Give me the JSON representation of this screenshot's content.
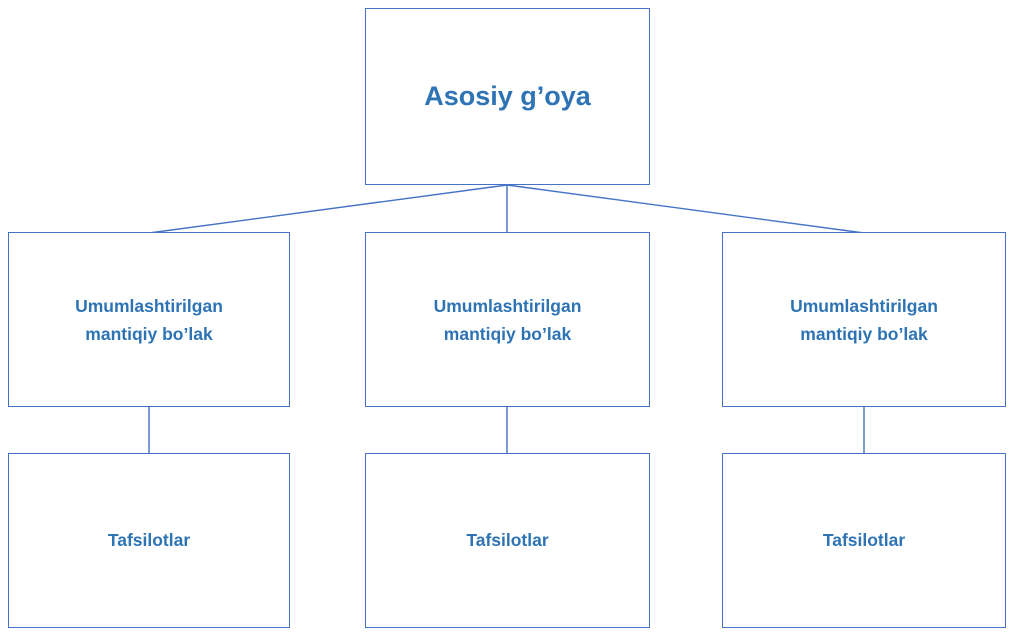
{
  "diagram": {
    "root_label": "Asosiy g’oya",
    "columns": [
      {
        "branch_label": "Umumlashtirilgan mantiqiy bo’lak",
        "detail_label": "Tafsilotlar"
      },
      {
        "branch_label": "Umumlashtirilgan mantiqiy bo’lak",
        "detail_label": "Tafsilotlar"
      },
      {
        "branch_label": "Umumlashtirilgan mantiqiy bo’lak",
        "detail_label": "Tafsilotlar"
      }
    ],
    "colors": {
      "box_border": "#4472C4",
      "text": "#2E74B5",
      "connector": "#4472C4",
      "background": "#FFFFFF"
    }
  }
}
